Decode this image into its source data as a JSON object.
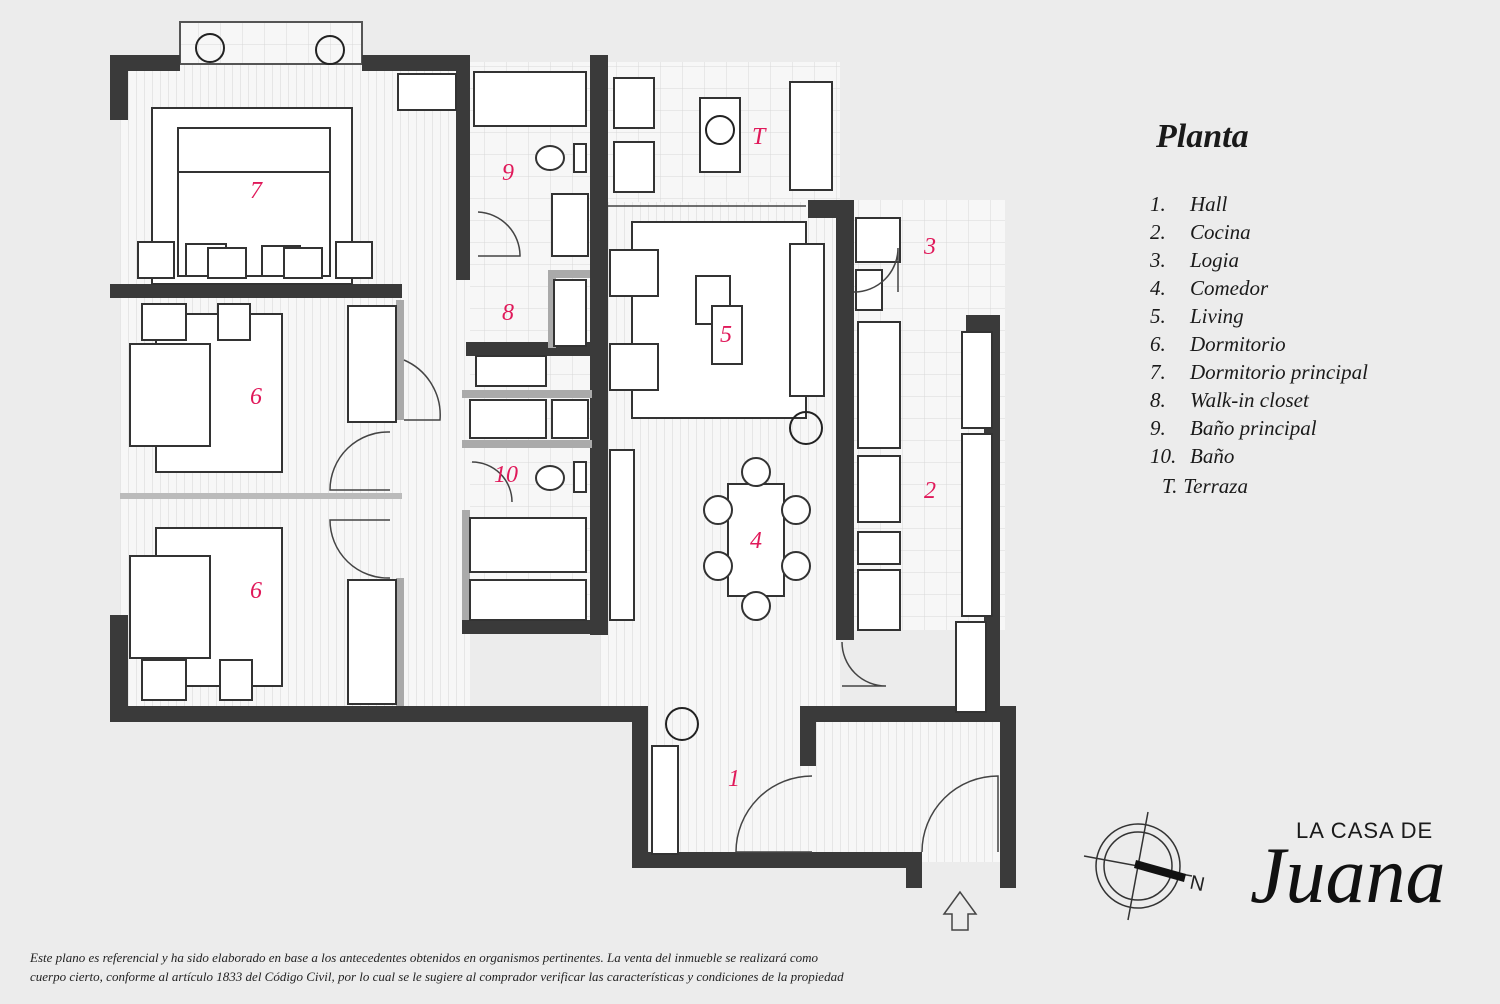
{
  "legend": {
    "title": "Planta",
    "items": [
      {
        "num": "1.",
        "name": "Hall"
      },
      {
        "num": "2.",
        "name": "Cocina"
      },
      {
        "num": "3.",
        "name": "Logia"
      },
      {
        "num": "4.",
        "name": "Comedor"
      },
      {
        "num": "5.",
        "name": "Living"
      },
      {
        "num": "6.",
        "name": "Dormitorio"
      },
      {
        "num": "7.",
        "name": "Dormitorio principal"
      },
      {
        "num": "8.",
        "name": "Walk-in closet"
      },
      {
        "num": "9.",
        "name": "Baño principal"
      },
      {
        "num": "10.",
        "name": "Baño"
      }
    ],
    "terraza": {
      "num": "T.",
      "name": "Terraza"
    }
  },
  "rooms": {
    "r1": "1",
    "r2": "2",
    "r3": "3",
    "r4": "4",
    "r5": "5",
    "r6a": "6",
    "r6b": "6",
    "r7": "7",
    "r8": "8",
    "r9": "9",
    "r10": "10",
    "rT": "T"
  },
  "compass": {
    "north": "N"
  },
  "brand": {
    "line1": "LA CASA DE",
    "line2": "Juana"
  },
  "disclaimer": {
    "line1": "Este plano es referencial y ha sido elaborado en base a los antecedentes obtenidos en organismos pertinentes.  La venta del inmueble se realizará como",
    "line2": "cuerpo cierto, conforme al artículo 1833 del Código Civil, por lo cual se le sugiere al comprador verificar las características y condiciones de la propiedad"
  },
  "colors": {
    "wall": "#3a3a3a",
    "floor": "#f6f6f6",
    "label": "#e0195a",
    "background": "#ececec"
  }
}
